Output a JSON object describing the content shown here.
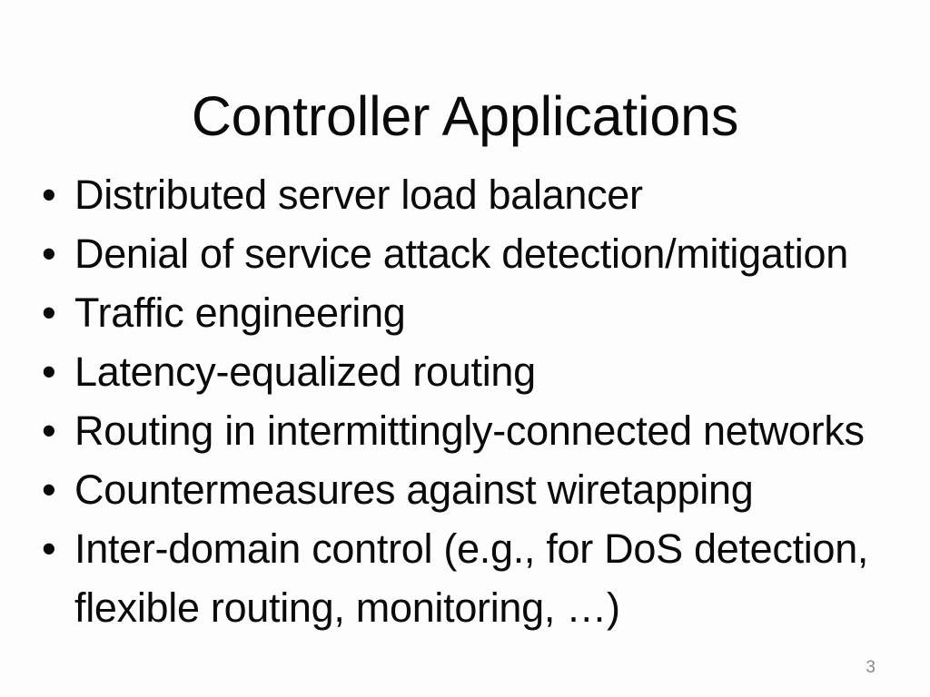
{
  "slide": {
    "title": "Controller Applications",
    "bullet_marker": "•",
    "bullets": [
      {
        "text": "Distributed server load balancer"
      },
      {
        "text": "Denial of service attack detection/mitigation"
      },
      {
        "text": "Traffic engineering"
      },
      {
        "text": "Latency-equalized routing"
      },
      {
        "text": "Routing in intermittingly-connected networks"
      },
      {
        "text": "Countermeasures against wiretapping"
      },
      {
        "text": "Inter-domain control (e.g., for DoS detection, flexible routing, monitoring, …)"
      }
    ],
    "page_number": "3",
    "colors": {
      "background": "#fdfdfd",
      "text": "#0a0a0a",
      "page_number": "#8a8a8a"
    }
  }
}
